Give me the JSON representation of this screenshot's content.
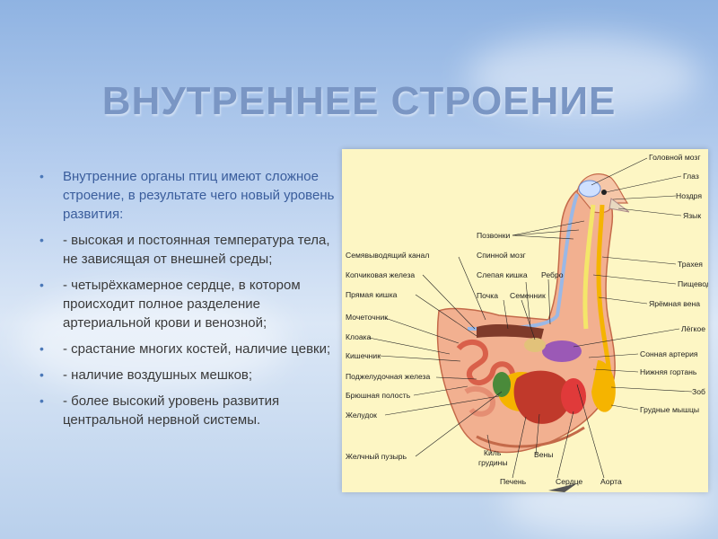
{
  "slide": {
    "title": "ВНУТРЕННЕЕ СТРОЕНИЕ",
    "bullets": [
      "Внутренние органы птиц имеют сложное строение, в результате чего новый уровень развития:",
      "- высокая и постоянная температура тела, не зависящая от внешней среды;",
      "- четырёхкамерное сердце, в котором происходит полное разделение артериальной крови и венозной;",
      "- срастание многих костей, наличие цевки;",
      "- наличие воздушных мешков;",
      "- более высокий уровень развития центральной нервной системы."
    ]
  },
  "diagram": {
    "labels": {
      "brain": "Головной мозг",
      "eye": "Глаз",
      "nostril": "Ноздря",
      "tongue": "Язык",
      "vertebrae": "Позвонки",
      "seminal_duct": "Семявыводящий канал",
      "spinal_cord": "Спинной мозг",
      "trachea": "Трахея",
      "coccygeal_gland": "Копчиковая железа",
      "caecum": "Слепая кишка",
      "rib": "Ребро",
      "esophagus": "Пищевод",
      "rectum": "Прямая кишка",
      "kidney": "Почка",
      "testis": "Семенник",
      "jugular_vein": "Ярёмная вена",
      "ureter": "Мочеточник",
      "lung": "Лёгкое",
      "cloaca": "Клоака",
      "carotid": "Сонная артерия",
      "intestine": "Кишечник",
      "syrinx": "Нижняя гортань",
      "pancreas": "Поджелудочная железа",
      "crop": "Зоб",
      "abdominal_cavity": "Брюшная полость",
      "pectoral_muscles": "Грудные мышцы",
      "stomach": "Желудок",
      "gallbladder": "Желчный пузырь",
      "keel_1": "Киль",
      "keel_2": "грудины",
      "veins": "Вены",
      "liver": "Печень",
      "heart": "Сердце",
      "aorta": "Аорта"
    },
    "colors": {
      "panel": "#fdf6c4",
      "liver": "#c0392b",
      "heart": "#e03a3a",
      "lung": "#9b59b6",
      "fat": "#f5b400",
      "kidney": "#7f3a2a",
      "intestine": "#e58e73",
      "nerve": "#f4e66a"
    }
  }
}
